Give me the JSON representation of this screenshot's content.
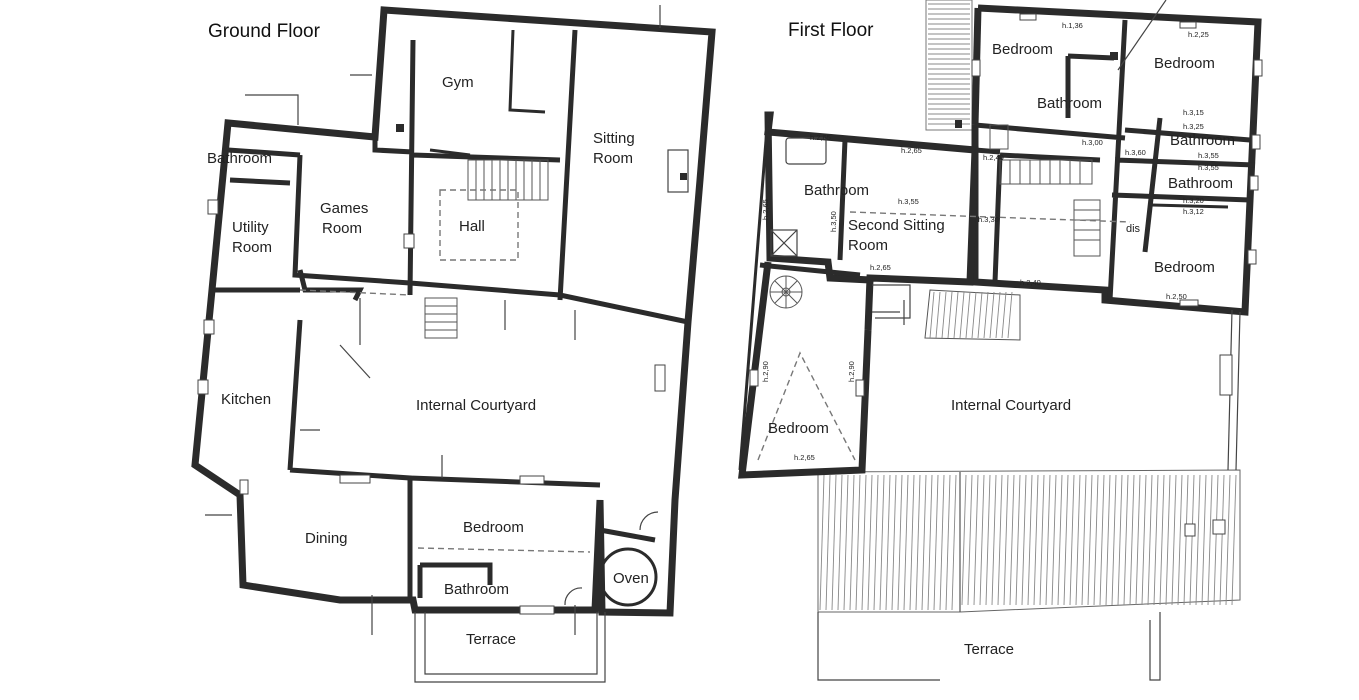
{
  "ground_floor": {
    "title": "Ground Floor",
    "rooms": {
      "gym": "Gym",
      "sitting_room_1": "Sitting",
      "sitting_room_2": "Room",
      "bathroom": "Bathroom",
      "utility_1": "Utility",
      "utility_2": "Room",
      "games_1": "Games",
      "games_2": "Room",
      "hall": "Hall",
      "kitchen": "Kitchen",
      "courtyard": "Internal Courtyard",
      "dining": "Dining",
      "bedroom": "Bedroom",
      "bathroom_small": "Bathroom",
      "oven": "Oven",
      "terrace": "Terrace"
    }
  },
  "first_floor": {
    "title": "First Floor",
    "rooms": {
      "bedroom_1": "Bedroom",
      "bathroom_1": "Bathroom",
      "bedroom_2": "Bedroom",
      "bathroom_2": "Bathroom",
      "bathroom_3": "Bathroom",
      "bathroom_left": "Bathroom",
      "second_sitting_1": "Second Sitting",
      "second_sitting_2": "Room",
      "bedroom_3": "Bedroom",
      "bedroom_left": "Bedroom",
      "courtyard": "Internal Courtyard",
      "terrace": "Terrace",
      "dis": "dis"
    },
    "heights": {
      "h136": "h.1,36",
      "h225": "h.2,25",
      "h300": "h.3,00",
      "h265a": "h.2,65",
      "h265b": "h.2,65",
      "h240a": "h.2,40",
      "h360": "h.3,60",
      "h315": "h.3,15",
      "h325": "h.3,25",
      "h355a": "h.3,55",
      "h355b": "h.3,55",
      "h320": "h.3,20",
      "h312": "h.3,12",
      "h265c": "h.2,65",
      "h355c": "h.3,55",
      "h350": "h.3,50",
      "h330": "h.3,30",
      "h265d": "h.2,65",
      "h240b": "h.2,40",
      "h250": "h.2,50",
      "h290a": "h.2,90",
      "h290b": "h.2,90",
      "h265e": "h.2,65"
    }
  },
  "colors": {
    "wall": "#2b2b2b",
    "line": "#444444",
    "background": "#ffffff"
  }
}
